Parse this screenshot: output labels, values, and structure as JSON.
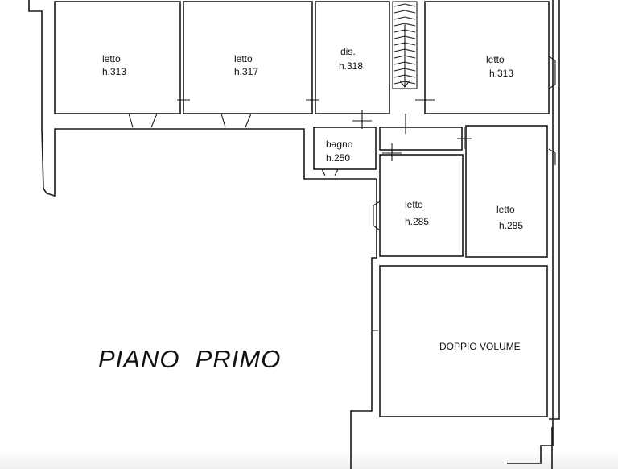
{
  "plan": {
    "floor_title": "PIANO  PRIMO",
    "rooms": [
      {
        "id": "letto-1",
        "name": "letto",
        "height": "h.313"
      },
      {
        "id": "letto-2",
        "name": "letto",
        "height": "h.317"
      },
      {
        "id": "dis",
        "name": "dis.",
        "height": "h.318"
      },
      {
        "id": "letto-3",
        "name": "letto",
        "height": "h.313"
      },
      {
        "id": "bagno",
        "name": "bagno",
        "height": "h.250"
      },
      {
        "id": "letto-4",
        "name": "letto",
        "height": "h.285"
      },
      {
        "id": "letto-5",
        "name": "letto",
        "height": "h.285"
      },
      {
        "id": "doppio-volume",
        "name": "DOPPIO VOLUME",
        "height": ""
      }
    ]
  }
}
